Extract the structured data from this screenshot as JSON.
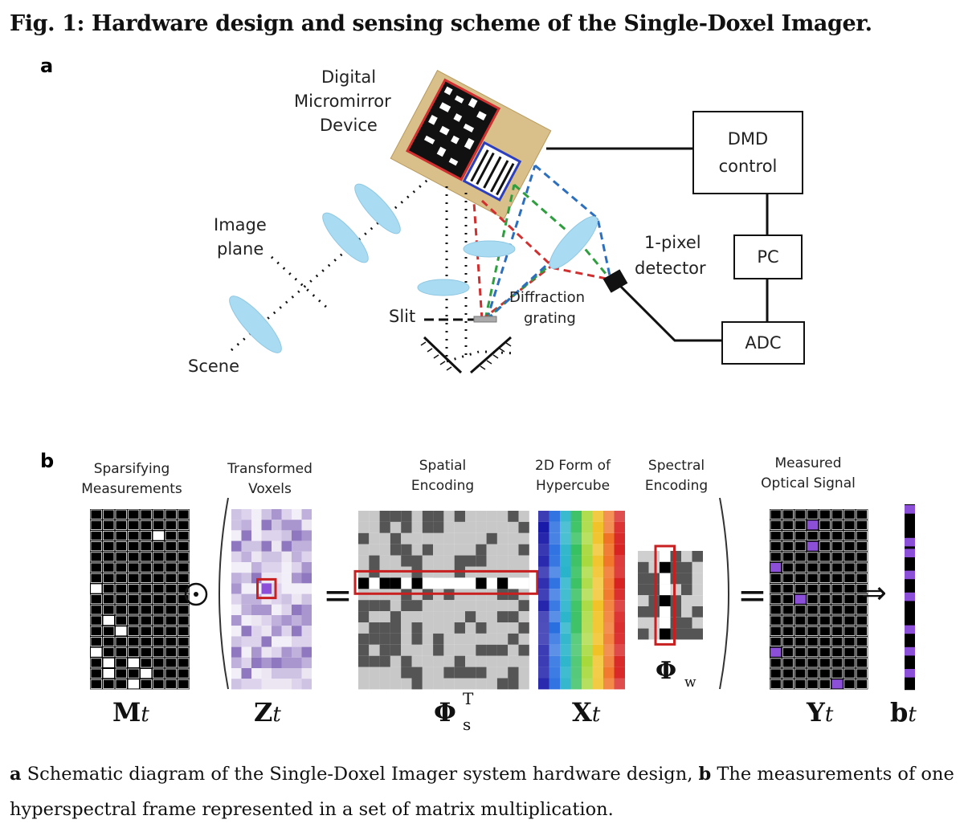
{
  "title": "Fig. 1: Hardware design and sensing scheme of the Single-Doxel Imager.",
  "panel_a": {
    "letter": "a",
    "dmd_label_1": "Digital",
    "dmd_label_2": "Micromirror",
    "dmd_label_3": "Device",
    "image_plane_1": "Image",
    "image_plane_2": "plane",
    "scene": "Scene",
    "slit": "Slit",
    "diffraction_1": "Diffraction",
    "diffraction_2": "grating",
    "detector_1": "1-pixel",
    "detector_2": "detector",
    "dmd_control_1": "DMD",
    "dmd_control_2": "control",
    "pc": "PC",
    "adc": "ADC"
  },
  "panel_b": {
    "letter": "b",
    "sparsifying_1": "Sparsifying",
    "sparsifying_2": "Measurements",
    "transformed_1": "Transformed",
    "transformed_2": "Voxels",
    "spatial_1": "Spatial",
    "spatial_2": "Encoding",
    "hypercube_1": "2D Form of",
    "hypercube_2": "Hypercube",
    "spectral_1": "Spectral",
    "spectral_2": "Encoding",
    "measured_1": "Measured",
    "measured_2": "Optical Signal",
    "op_hadamard": "⊙",
    "op_equals_1": "=",
    "op_equals_2": "=",
    "op_implies": "⇒",
    "sym_M": "M",
    "sym_M_sub": "t",
    "sym_Z": "Z",
    "sym_Z_sub": "t",
    "sym_Phi_s": "Φ",
    "sym_Phi_s_sup": "T",
    "sym_Phi_s_sub": "s",
    "sym_Phi_w": "Φ",
    "sym_Phi_w_sub": "w",
    "sym_X": "X",
    "sym_X_sub": "t",
    "sym_Y": "Y",
    "sym_Y_sub": "t",
    "sym_b": "b",
    "sym_b_sub": "t"
  },
  "caption": {
    "a_bold": "a",
    "a_text": " Schematic diagram of the Single-Doxel Imager system hardware design, ",
    "b_bold": "b",
    "b_text": " The measurements of one hyperspectral frame represented in a set of matrix multiplication."
  },
  "colors": {
    "lens": "#a9dcf2",
    "dmd": "#d9bf8a",
    "red_ray": "#d03030",
    "green_ray": "#2e9e3e",
    "blue_ray": "#2c6fbf",
    "highlight": "#c82020",
    "purple": "#8b4fd8"
  }
}
